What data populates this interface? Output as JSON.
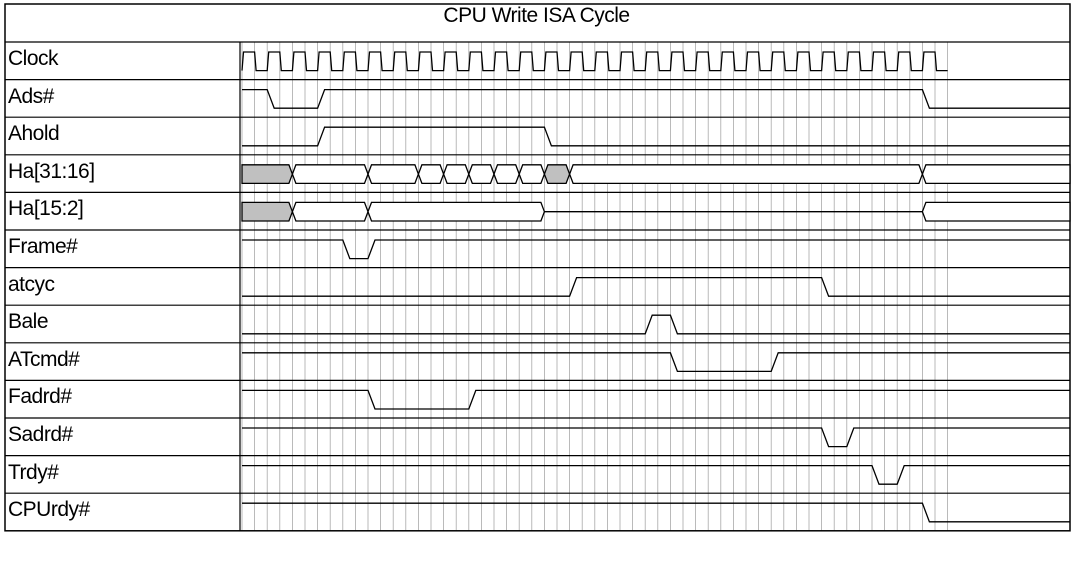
{
  "title": "CPU Write ISA Cycle",
  "colors": {
    "line": "#000000",
    "grid": "#a8a8a8",
    "fill": "#c0c0c0"
  },
  "timing": {
    "cycles": 28,
    "signals": [
      {
        "name": "Clock",
        "type": "clock"
      },
      {
        "name": "Ads#",
        "type": "logic",
        "levels": "HLLHHHHHHHHHHHHHHHHHHHHHHHHL"
      },
      {
        "name": "Ahold",
        "type": "logic",
        "levels": "LLLHHHHHHHHHLLLLLLLLLLLLLLLL"
      },
      {
        "name": "Ha[31:16]",
        "type": "bus",
        "states": "XDDVDDXDDDDDXDDDDDDDDDDDDDDD",
        "transitions": [
          2,
          5,
          7,
          8,
          9,
          10,
          11,
          12,
          13,
          27
        ]
      },
      {
        "name": "Ha[15:2]",
        "type": "bus",
        "states": "XDDVDDDDDDDDVDDDDDDDDDDDDDDD",
        "transitions": [
          2,
          5,
          12,
          27
        ]
      },
      {
        "name": "Frame#",
        "type": "logic",
        "levels": "HHHHLHHHHHHHHHHHHHHHHHHHHHHH"
      },
      {
        "name": "atcyc",
        "type": "logic",
        "levels": "LLLLLLLLLLLLLHHHHHHHHHHLLLLL"
      },
      {
        "name": "Bale",
        "type": "logic",
        "levels": "LLLLLLLLLLLLLLLLHLLLLLLLLLLL"
      },
      {
        "name": "ATcmd#",
        "type": "logic",
        "levels": "HHHHHHHHHHHHHHHHHLLLLHHHHHHH"
      },
      {
        "name": "Fadrd#",
        "type": "logic",
        "levels": "HHHHHLLLLHHHHHHHHHHHHHHHHHHH"
      },
      {
        "name": "Sadrd#",
        "type": "logic",
        "levels": "HHHHHHHHHHHHHHHHHHHHHHHLHHHH"
      },
      {
        "name": "Trdy#",
        "type": "logic",
        "levels": "HHHHHHHHHHHHHHHHHHHHHHHHHLHH"
      },
      {
        "name": "CPUrdy#",
        "type": "logic",
        "levels": "HHHHHHHHHHHHHHHHHHHHHHHHHHHL"
      }
    ]
  }
}
